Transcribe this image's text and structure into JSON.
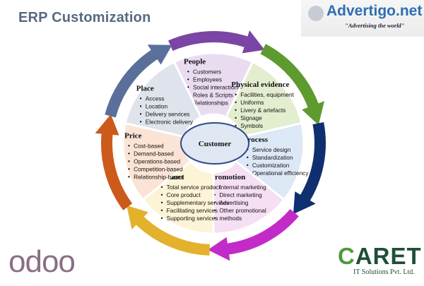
{
  "title": "ERP Customization",
  "watermark": {
    "name": "Advertigo.net",
    "tagline": "\"Advertising the world\""
  },
  "logos": {
    "odoo": "odoo",
    "caret_main": "ARET",
    "caret_letter": "C",
    "caret_sub": "IT Solutions Pvt. Ltd."
  },
  "center": {
    "label": "Customer",
    "fill": "#dfe7f3",
    "stroke": "#2e4a86"
  },
  "segments": [
    {
      "key": "people",
      "title": "People",
      "fill": "#eadcf0",
      "items": [
        "Customers",
        "Employees",
        "Social interactions",
        "Roles & Scripts",
        "Relationships"
      ]
    },
    {
      "key": "physical-evidence",
      "title": "Physical evidence",
      "fill": "#e3edcf",
      "items": [
        "Facilities, equipment",
        "Uniforms",
        "Livery & artefacts",
        "Signage",
        "Symbols"
      ]
    },
    {
      "key": "process",
      "title": "Process",
      "fill": "#dce8f6",
      "items": [
        "Service design",
        "Standardization",
        "Customization",
        "Operational efficiency"
      ]
    },
    {
      "key": "promotion",
      "title": "Promotion",
      "fill": "#f6dff2",
      "items": [
        "Internal marketing",
        "Direct marketing",
        "Advertising",
        "Other promotional",
        "methods"
      ]
    },
    {
      "key": "product",
      "title": "Product",
      "fill": "#fdf3d7",
      "items": [
        "Total service product",
        "Core product",
        "Supplementary services",
        "Facilitating services",
        "Supporting services"
      ]
    },
    {
      "key": "price",
      "title": "Price",
      "fill": "#fbe4d6",
      "items": [
        "Cost-based",
        "Demand-based",
        "Operations-based",
        "Competition-based",
        "Relationship-based"
      ]
    },
    {
      "key": "place",
      "title": "Place",
      "fill": "#dfe3ec",
      "items": [
        "Access",
        "Location",
        "Delivery services",
        "Electronic delivery"
      ]
    }
  ],
  "arrow_colors": [
    "#7a45a4",
    "#5d9b2e",
    "#0f2f6f",
    "#c22bc8",
    "#e3b12c",
    "#cc5a1a",
    "#5a6f99"
  ],
  "bullet_glyph": "•"
}
